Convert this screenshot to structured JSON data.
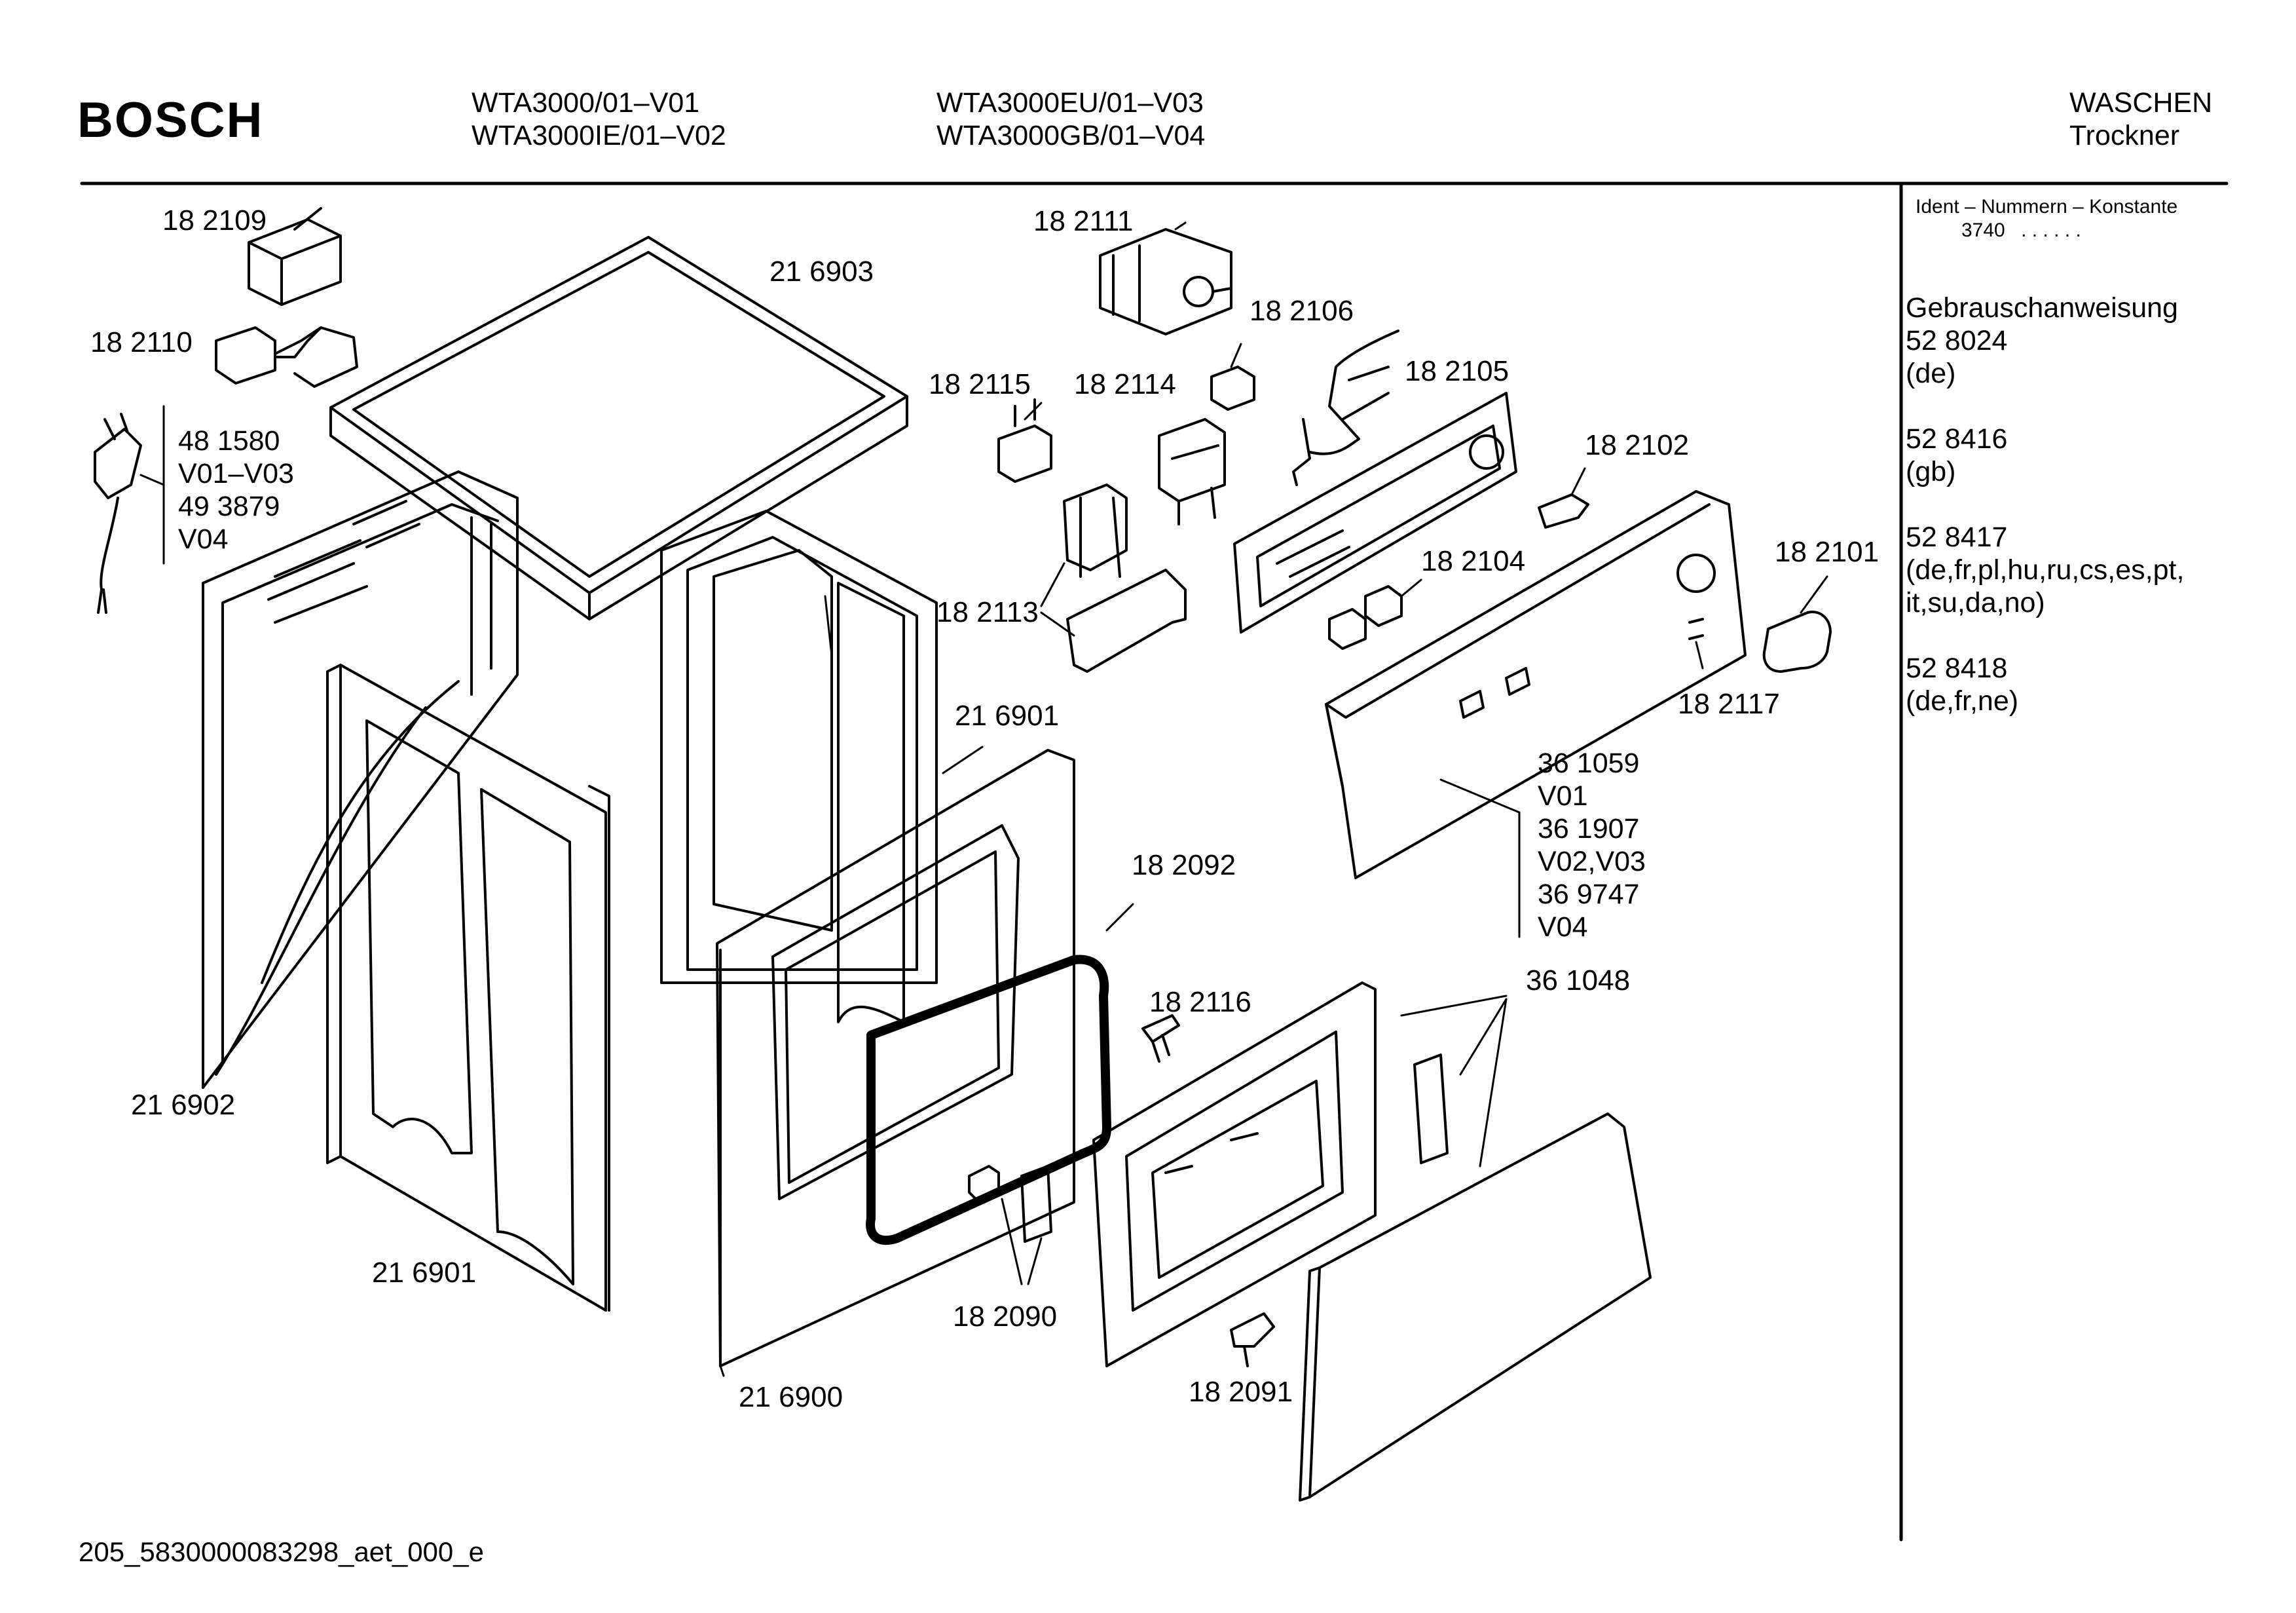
{
  "header": {
    "brand": "BOSCH",
    "models_col1": [
      "WTA3000/01–V01",
      "WTA3000IE/01–V02"
    ],
    "models_col2": [
      "WTA3000EU/01–V03",
      "WTA3000GB/01–V04"
    ],
    "category": [
      "WASCHEN",
      "Trockner"
    ]
  },
  "sidebar": {
    "ident_title": "Ident – Nummern – Konstante",
    "ident_value": "3740",
    "ident_dots": ". . . . . .",
    "manual_title": "Gebrauschanweisung",
    "manuals": [
      {
        "number": "52 8024",
        "langs": "(de)"
      },
      {
        "number": "52 8416",
        "langs": "(gb)"
      },
      {
        "number": "52 8417",
        "langs": [
          "(de,fr,pl,hu,ru,cs,es,pt,",
          "it,su,da,no)"
        ]
      },
      {
        "number": "52 8418",
        "langs": "(de,fr,ne)"
      }
    ]
  },
  "parts": {
    "p_182109": "18 2109",
    "p_182110": "18 2110",
    "p_216903": "21 6903",
    "p_182111": "18 2111",
    "p_182106": "18 2106",
    "p_182105": "18 2105",
    "p_182115": "18 2115",
    "p_182114": "18 2114",
    "p_182102": "18 2102",
    "p_182101": "18 2101",
    "p_182104": "18 2104",
    "p_182113": "18 2113",
    "p_182117": "18 2117",
    "p_216901a": "21 6901",
    "p_182092": "18 2092",
    "p_182116": "18 2116",
    "p_361048": "36 1048",
    "p_216902": "21 6902",
    "p_216901b": "21 6901",
    "p_182090": "18 2090",
    "p_216900": "21 6900",
    "p_182091": "18 2091",
    "cord": [
      "48 1580",
      "V01–V03",
      "49 3879",
      "V04"
    ],
    "panel": [
      "36 1059",
      "V01",
      "36 1907",
      "V02,V03",
      "36  9747",
      "V04"
    ]
  },
  "footer": {
    "code": "205_5830000083298_aet_000_e"
  }
}
